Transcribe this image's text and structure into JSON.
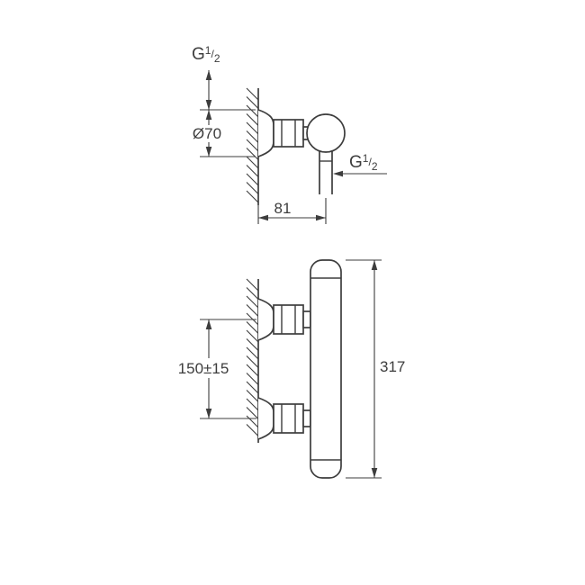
{
  "colors": {
    "background": "#ffffff",
    "line": "#3d3d3d",
    "text": "#3d3d3d"
  },
  "top_view": {
    "wall_thread_label": {
      "prefix": "G",
      "numerator": "1",
      "slash": "/",
      "denominator": "2"
    },
    "escutcheon_diameter": "Ø70",
    "wall_to_outlet_depth": "81",
    "outlet_thread_label": {
      "prefix": "G",
      "numerator": "1",
      "slash": "/",
      "denominator": "2"
    }
  },
  "front_view": {
    "inlet_center_distance": "150±15",
    "overall_height": "317"
  }
}
